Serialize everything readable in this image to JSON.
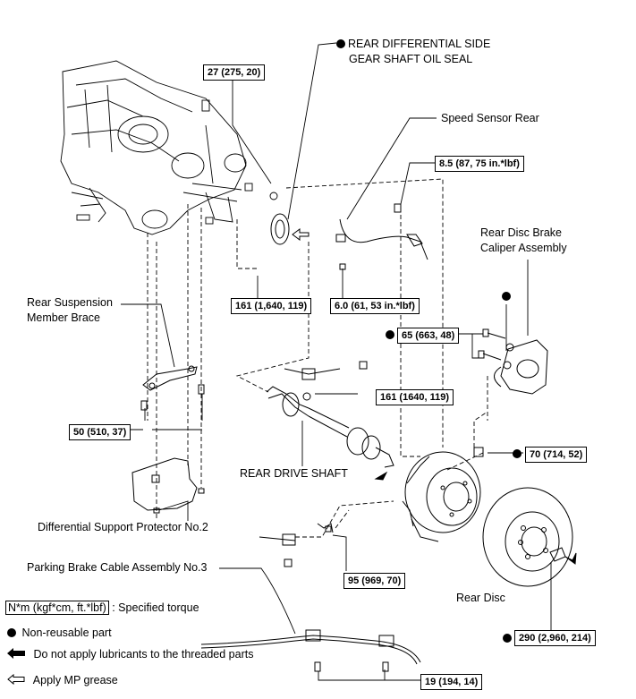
{
  "labels": {
    "oil_seal_line1": "REAR DIFFERENTIAL SIDE",
    "oil_seal_line2": "GEAR SHAFT OIL SEAL",
    "speed_sensor": "Speed Sensor Rear",
    "caliper_line1": "Rear Disc Brake",
    "caliper_line2": "Caliper Assembly",
    "brace_line1": "Rear Suspension",
    "brace_line2": "Member Brace",
    "drive_shaft": "REAR DRIVE SHAFT",
    "protector": "Differential Support Protector No.2",
    "parking_cable": "Parking Brake Cable Assembly No.3",
    "rear_disc": "Rear Disc"
  },
  "torques": {
    "t27": "27 (275, 20)",
    "t85": "8.5 (87, 75 in.*lbf)",
    "t161a": "161 (1,640, 119)",
    "t60": "6.0 (61, 53 in.*lbf)",
    "t65": "65 (663, 48)",
    "t161b": "161 (1640, 119)",
    "t50": "50 (510, 37)",
    "t70": "70 (714, 52)",
    "t95": "95 (969, 70)",
    "t290": "290 (2,960, 214)",
    "t19": "19 (194, 14)"
  },
  "legend": {
    "spec_unit": "N*m (kgf*cm, ft.*lbf)",
    "spec_text": ": Specified torque",
    "nonreusable": "Non-reusable part",
    "no_lubricant": "Do not apply lubricants to the threaded parts",
    "mp_grease": "Apply MP grease"
  },
  "symbols": {
    "nonreusable_icon": "filled-circle",
    "no_lubricant_icon": "solid-arrow-left",
    "mp_grease_icon": "outline-arrow-left"
  }
}
